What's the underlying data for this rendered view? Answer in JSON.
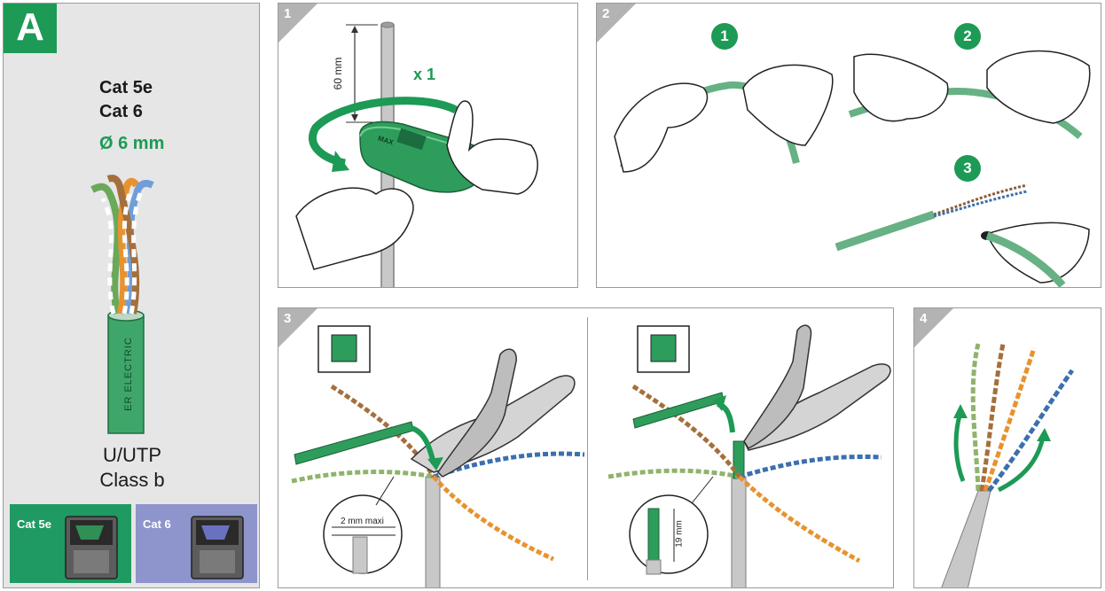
{
  "panel_a": {
    "letter": "A",
    "cable_types": [
      "Cat 5e",
      "Cat 6"
    ],
    "diameter": "Ø 6 mm",
    "cable_print": "ER ELECTRIC",
    "cable_kind": "U/UTP",
    "cable_class": "Class b",
    "modules": [
      {
        "label": "Cat 5e",
        "color": "#1f9a63"
      },
      {
        "label": "Cat 6",
        "color": "#8e95cc"
      }
    ]
  },
  "step1": {
    "number": "1",
    "measure": "60 mm",
    "quantity": "x 1",
    "tool_brand": "MAX"
  },
  "step2": {
    "number": "2",
    "substeps": [
      "1",
      "2",
      "3"
    ]
  },
  "step3": {
    "number": "3",
    "left_measure": "2 mm maxi",
    "right_measure": "19 mm"
  },
  "step4": {
    "number": "4"
  },
  "colors": {
    "accent_green": "#1d9a55",
    "panel_gray": "#e6e6e6",
    "badge_gray": "#b3b3b3"
  }
}
